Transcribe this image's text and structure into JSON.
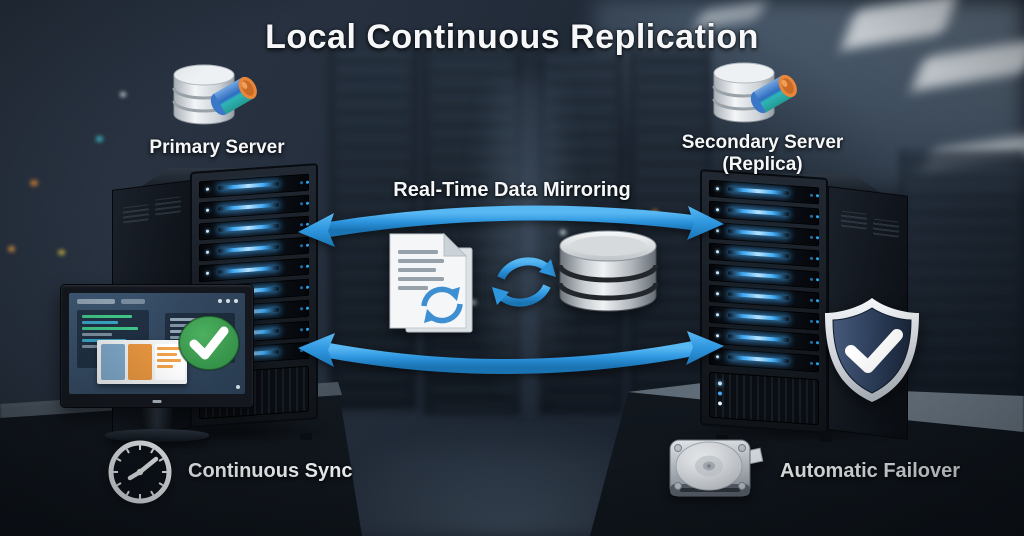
{
  "title": "Local Continuous Replication",
  "diagram": {
    "primary_server": {
      "label": "Primary Server",
      "icon": "database-icon"
    },
    "secondary_server": {
      "label": "Secondary Server",
      "sublabel": "(Replica)",
      "icon": "database-icon"
    },
    "mirroring_label": "Real-Time Data Mirroring",
    "center_icons": [
      "documents-sync-icon",
      "cycle-arrows-icon",
      "storage-cylinder-icon"
    ],
    "status_icons": [
      "monitor-check-icon",
      "shield-check-icon"
    ],
    "features": [
      {
        "icon": "clock-icon",
        "label": "Continuous Sync"
      },
      {
        "icon": "harddrive-failover-icon",
        "label": "Automatic Failover"
      }
    ]
  },
  "colors": {
    "arrow_blue": "#2E96DF",
    "led_blue": "#3FA9F5",
    "check_green": "#3CA450",
    "shield_navy": "#2B3D59",
    "accent_orange": "#E8963F",
    "text_white": "#F5F7F9",
    "background_dark": "#1A222E"
  }
}
